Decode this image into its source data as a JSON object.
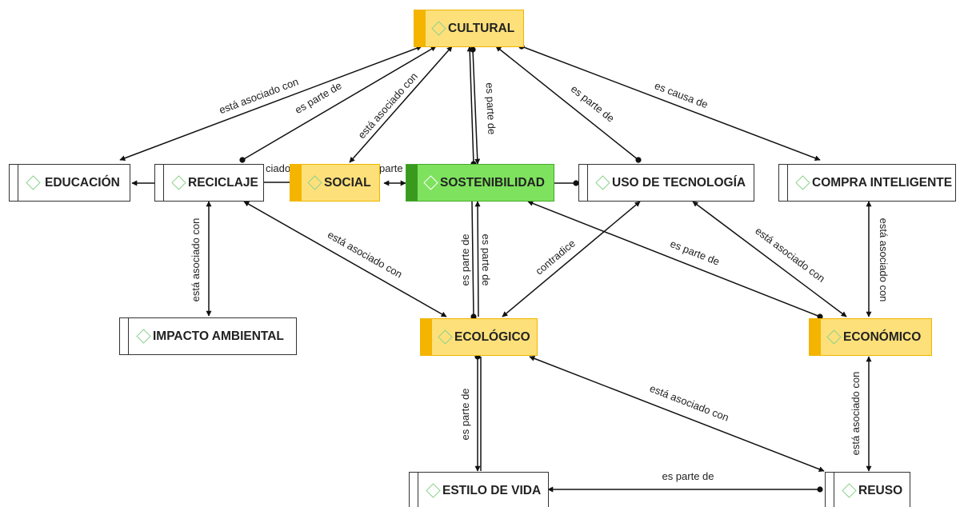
{
  "nodes": {
    "cultural": "CULTURAL",
    "educacion": "EDUCACIÓN",
    "reciclaje": "RECICLAJE",
    "social": "SOCIAL",
    "sostenibilidad": "SOSTENIBILIDAD",
    "uso_tecnologia": "USO DE TECNOLOGÍA",
    "compra_inteligente": "COMPRA INTELIGENTE",
    "impacto_ambiental": "IMPACTO AMBIENTAL",
    "ecologico": "ECOLÓGICO",
    "economico": "ECONÓMICO",
    "estilo_vida": "ESTILO DE VIDA",
    "reuso": "REUSO"
  },
  "edges": {
    "cultural_educacion": "está asociado con",
    "cultural_reciclaje": "es parte de",
    "cultural_social": "está asociado con",
    "cultural_sostenibilidad": "es parte de",
    "cultural_tecnologia": "es parte de",
    "cultural_compra": "es causa de",
    "social_left_partial": "ciado",
    "social_right_partial": "parte",
    "reciclaje_impacto": "está asociado con",
    "reciclaje_ecologico": "está asociado con",
    "sostenibilidad_ecologico_a": "es parte de",
    "sostenibilidad_ecologico_b": "es parte de",
    "tecnologia_ecologico": "contradice",
    "sostenibilidad_economico": "es parte de",
    "tecnologia_economico": "está asociado con",
    "compra_economico": "está asociado con",
    "ecologico_estilo": "es parte de",
    "ecologico_reuso": "está asociado con",
    "economico_reuso": "está asociado con",
    "reuso_estilo": "es parte de"
  },
  "colors": {
    "white_node": "#ffffff",
    "yellow_node": "#fde07a",
    "yellow_bar": "#f4b400",
    "green_node": "#7ee25e",
    "green_bar": "#3a9a1e",
    "diamond": "#8fd38f",
    "line": "#111111"
  }
}
